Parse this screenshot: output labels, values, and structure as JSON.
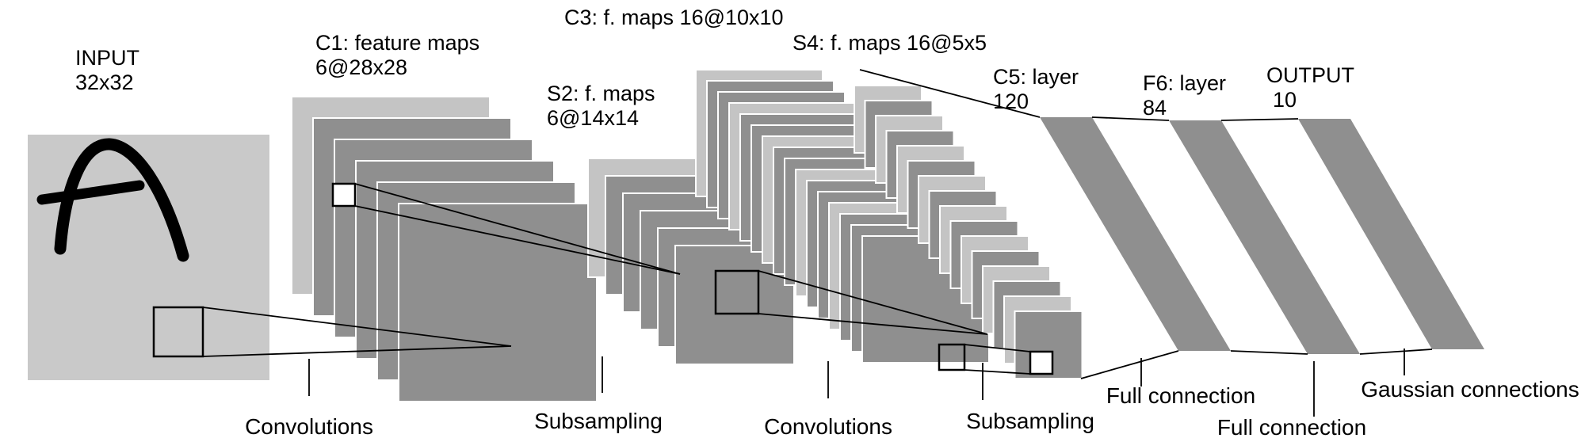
{
  "colors": {
    "background": "#ffffff",
    "input_fill": "#c9c9c9",
    "layer_light": "#c4c4c4",
    "layer_dark": "#8f8f8f",
    "bar_fill": "#8f8f8f",
    "line": "#000000",
    "text": "#000000",
    "separator": "#ffffff"
  },
  "labels": {
    "input": {
      "line1": "INPUT",
      "line2": "32x32"
    },
    "c1": {
      "line1": "C1: feature maps",
      "line2": "6@28x28"
    },
    "s2": {
      "line1": "S2: f. maps",
      "line2": "6@14x14"
    },
    "c3": {
      "line1": "C3: f. maps 16@10x10"
    },
    "s4": {
      "line1": "S4: f. maps 16@5x5"
    },
    "c5": {
      "line1": "C5: layer",
      "line2": "120"
    },
    "f6": {
      "line1": "F6: layer",
      "line2": "84"
    },
    "output": {
      "line1": "OUTPUT",
      "line2": "10"
    }
  },
  "operations": {
    "convolutions1": "Convolutions",
    "subsampling1": "Subsampling",
    "convolutions2": "Convolutions",
    "subsampling2": "Subsampling",
    "full_connection1": "Full connection",
    "full_connection2": "Full connection",
    "gaussian": "Gaussian connections"
  },
  "stacks": {
    "c1_count": 6,
    "s2_count": 6,
    "c3_count": 16,
    "s4_count": 16
  }
}
